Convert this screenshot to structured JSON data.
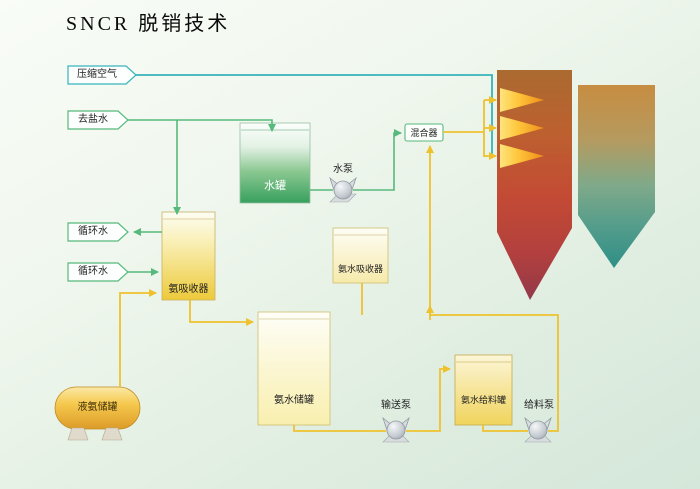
{
  "title": "SNCR 脱销技术",
  "streams": {
    "compressed_air": "压缩空气",
    "desalinated_water": "去盐水",
    "circulating_water": [
      "循环水",
      "循环水"
    ]
  },
  "equipment": {
    "water_tank": "水罐",
    "water_pump": "水泵",
    "mixer": "混合器",
    "ammonia_absorber": "氨吸收器",
    "ammonia_water_absorber": "氨水吸收器",
    "liquid_ammonia_tank": "液氨储罐",
    "ammonia_water_tank": "氨水储罐",
    "transfer_pump": "输送泵",
    "ammonia_feed_tank": "氨水给料罐",
    "feed_pump": "给料泵"
  },
  "colors": {
    "compressed_air_line": "#35b4ba",
    "water_line": "#57b97c",
    "ammonia_line": "#eec22e",
    "furnace_top": "#aa6a30",
    "furnace_mid": "#c34a34",
    "furnace_bottom": "#93394a",
    "backpass_top": "#c78d41",
    "backpass_bottom": "#2f8f85",
    "flame": "#fec73c"
  },
  "flows": [
    {
      "from": "压缩空气",
      "to": "boiler",
      "medium": "air"
    },
    {
      "from": "去盐水",
      "to": "水罐",
      "medium": "water"
    },
    {
      "from": "去盐水",
      "to": "氨吸收器",
      "medium": "water"
    },
    {
      "from": "水罐",
      "to": "混合器",
      "via": "水泵",
      "medium": "water"
    },
    {
      "from": "氨吸收器",
      "to": "循环水",
      "medium": "water"
    },
    {
      "from": "循环水",
      "to": "氨吸收器",
      "medium": "water"
    },
    {
      "from": "液氨储罐",
      "to": "氨吸收器",
      "medium": "ammonia"
    },
    {
      "from": "氨吸收器",
      "to": "氨水储罐",
      "medium": "ammonia"
    },
    {
      "from": "氨水储罐",
      "to": "氨水给料罐",
      "via": "输送泵",
      "medium": "ammonia"
    },
    {
      "from": "氨水给料罐",
      "to": "混合器",
      "via": "给料泵",
      "medium": "ammonia"
    },
    {
      "from": "氨水吸收器",
      "to": "feed-line",
      "medium": "ammonia"
    },
    {
      "from": "混合器",
      "to": "boiler",
      "medium": "mixture"
    }
  ]
}
